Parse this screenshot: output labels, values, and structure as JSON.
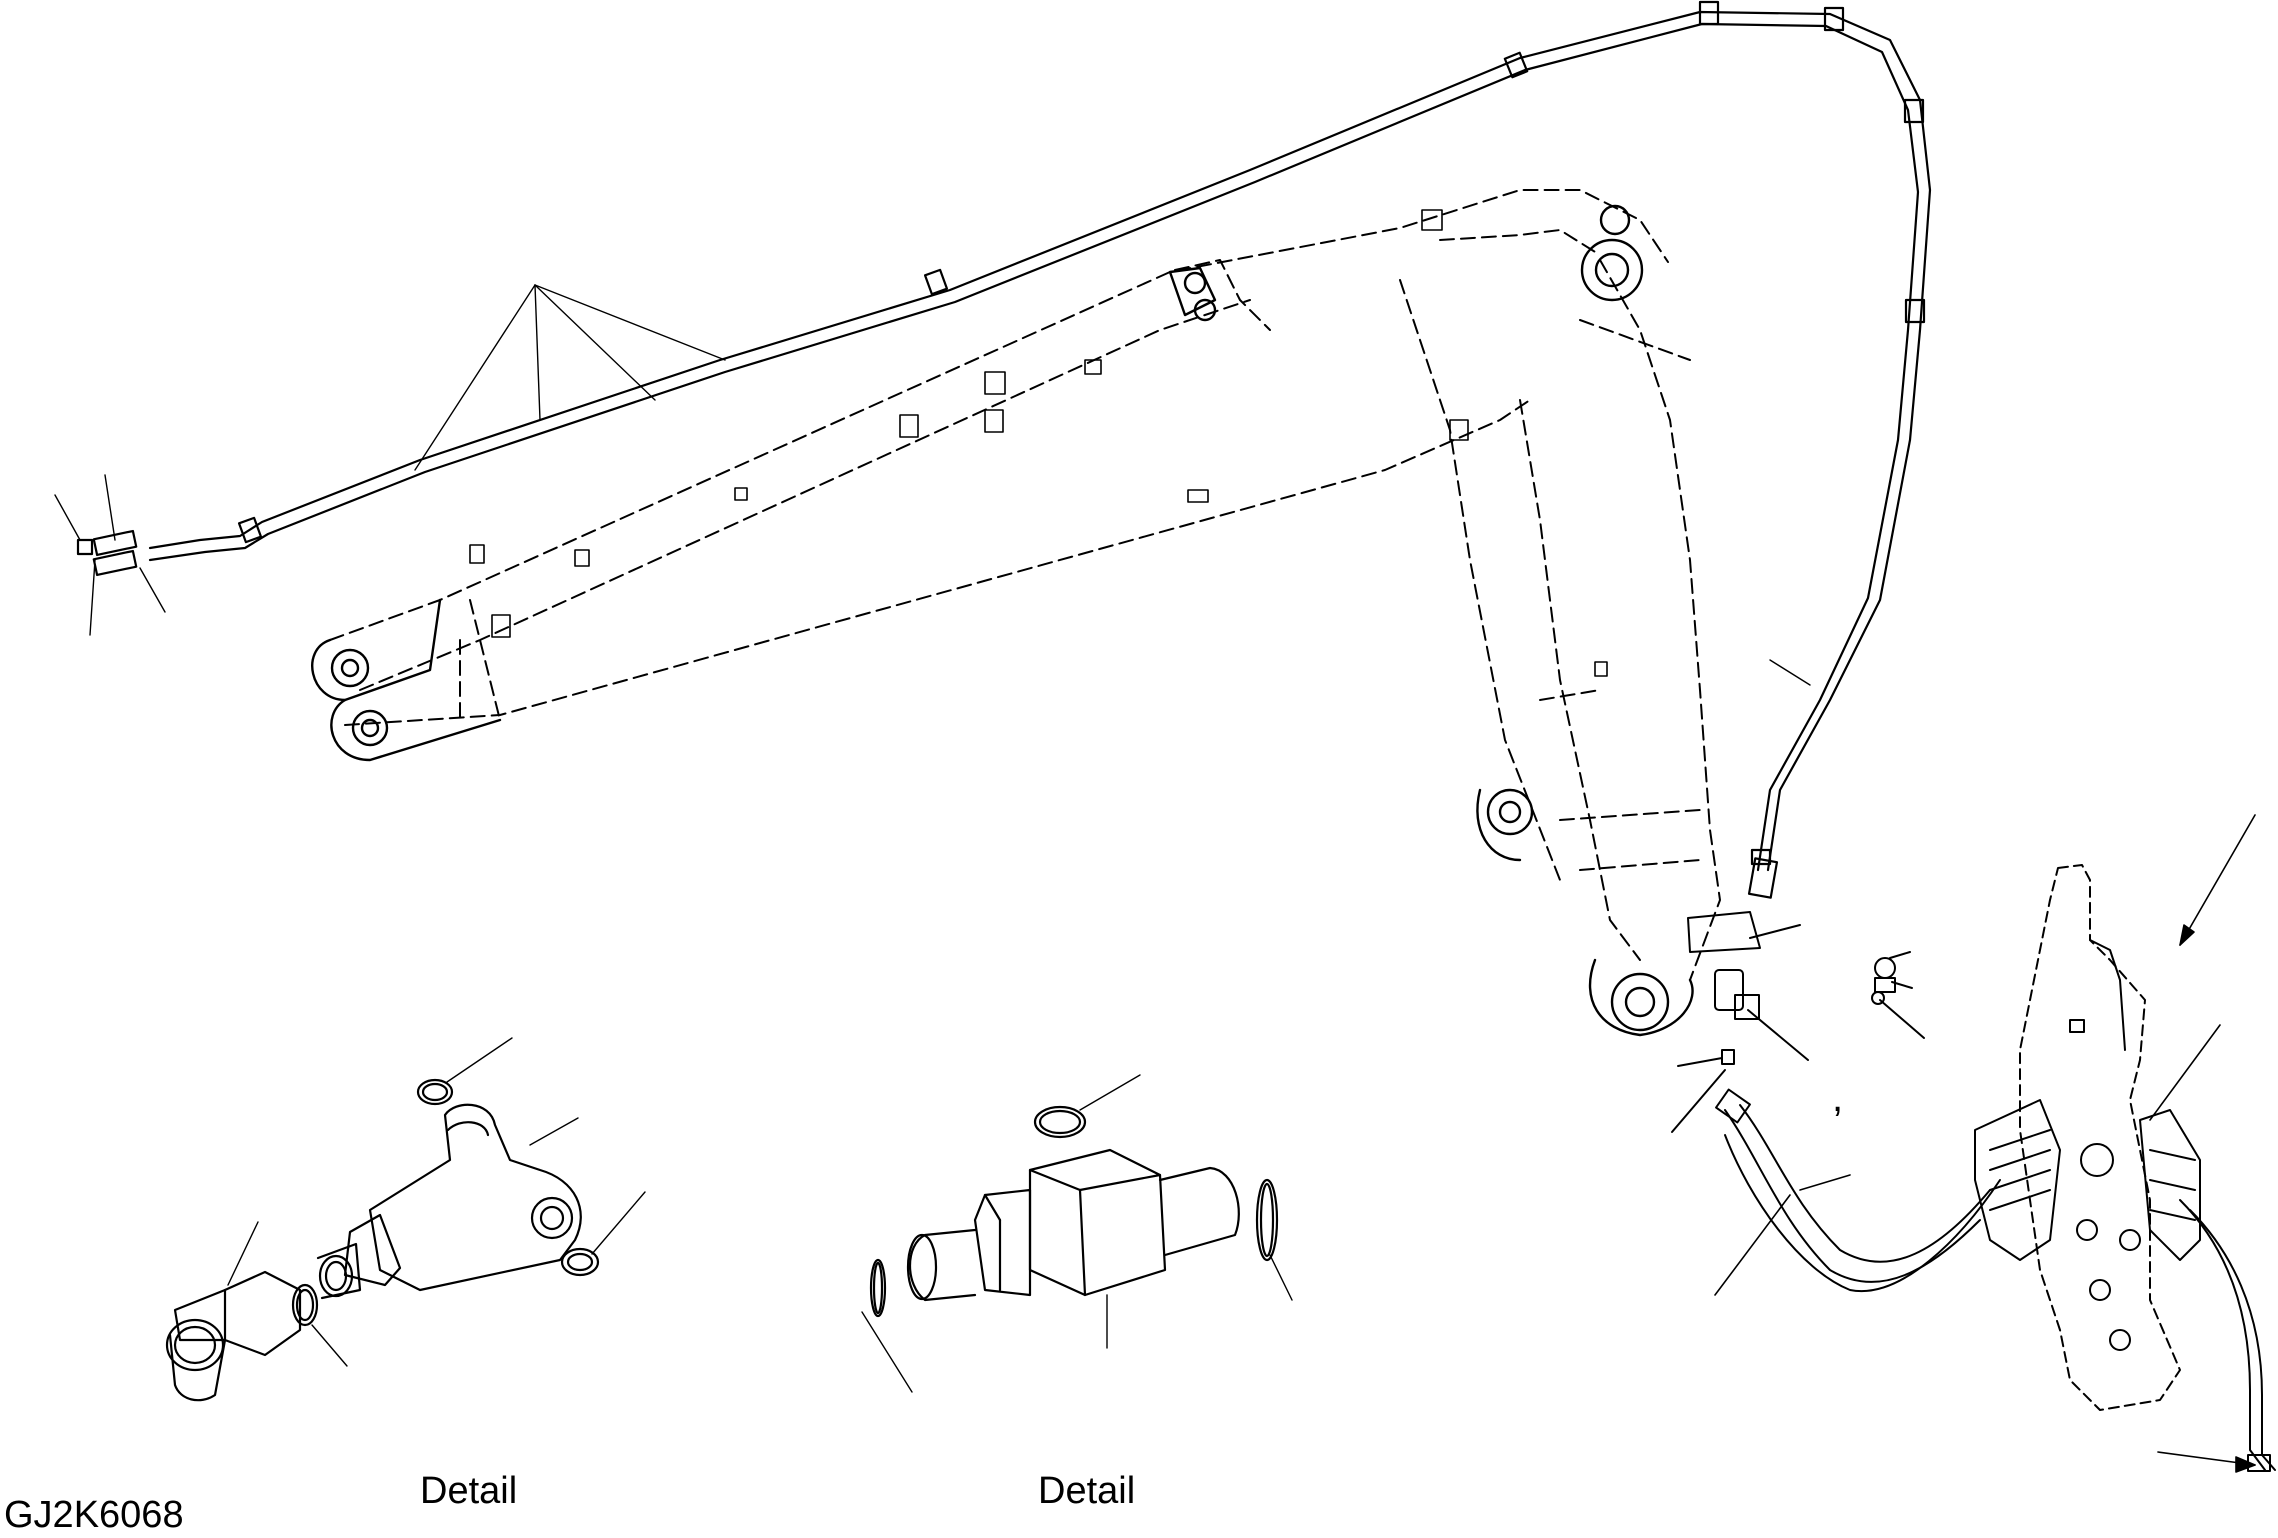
{
  "figure": {
    "drawing_code": "GJ2K6068",
    "detail_labels": [
      "Detail",
      "Detail"
    ],
    "stray_mark": ","
  },
  "colors": {
    "ink": "#000000",
    "background": "#ffffff"
  }
}
